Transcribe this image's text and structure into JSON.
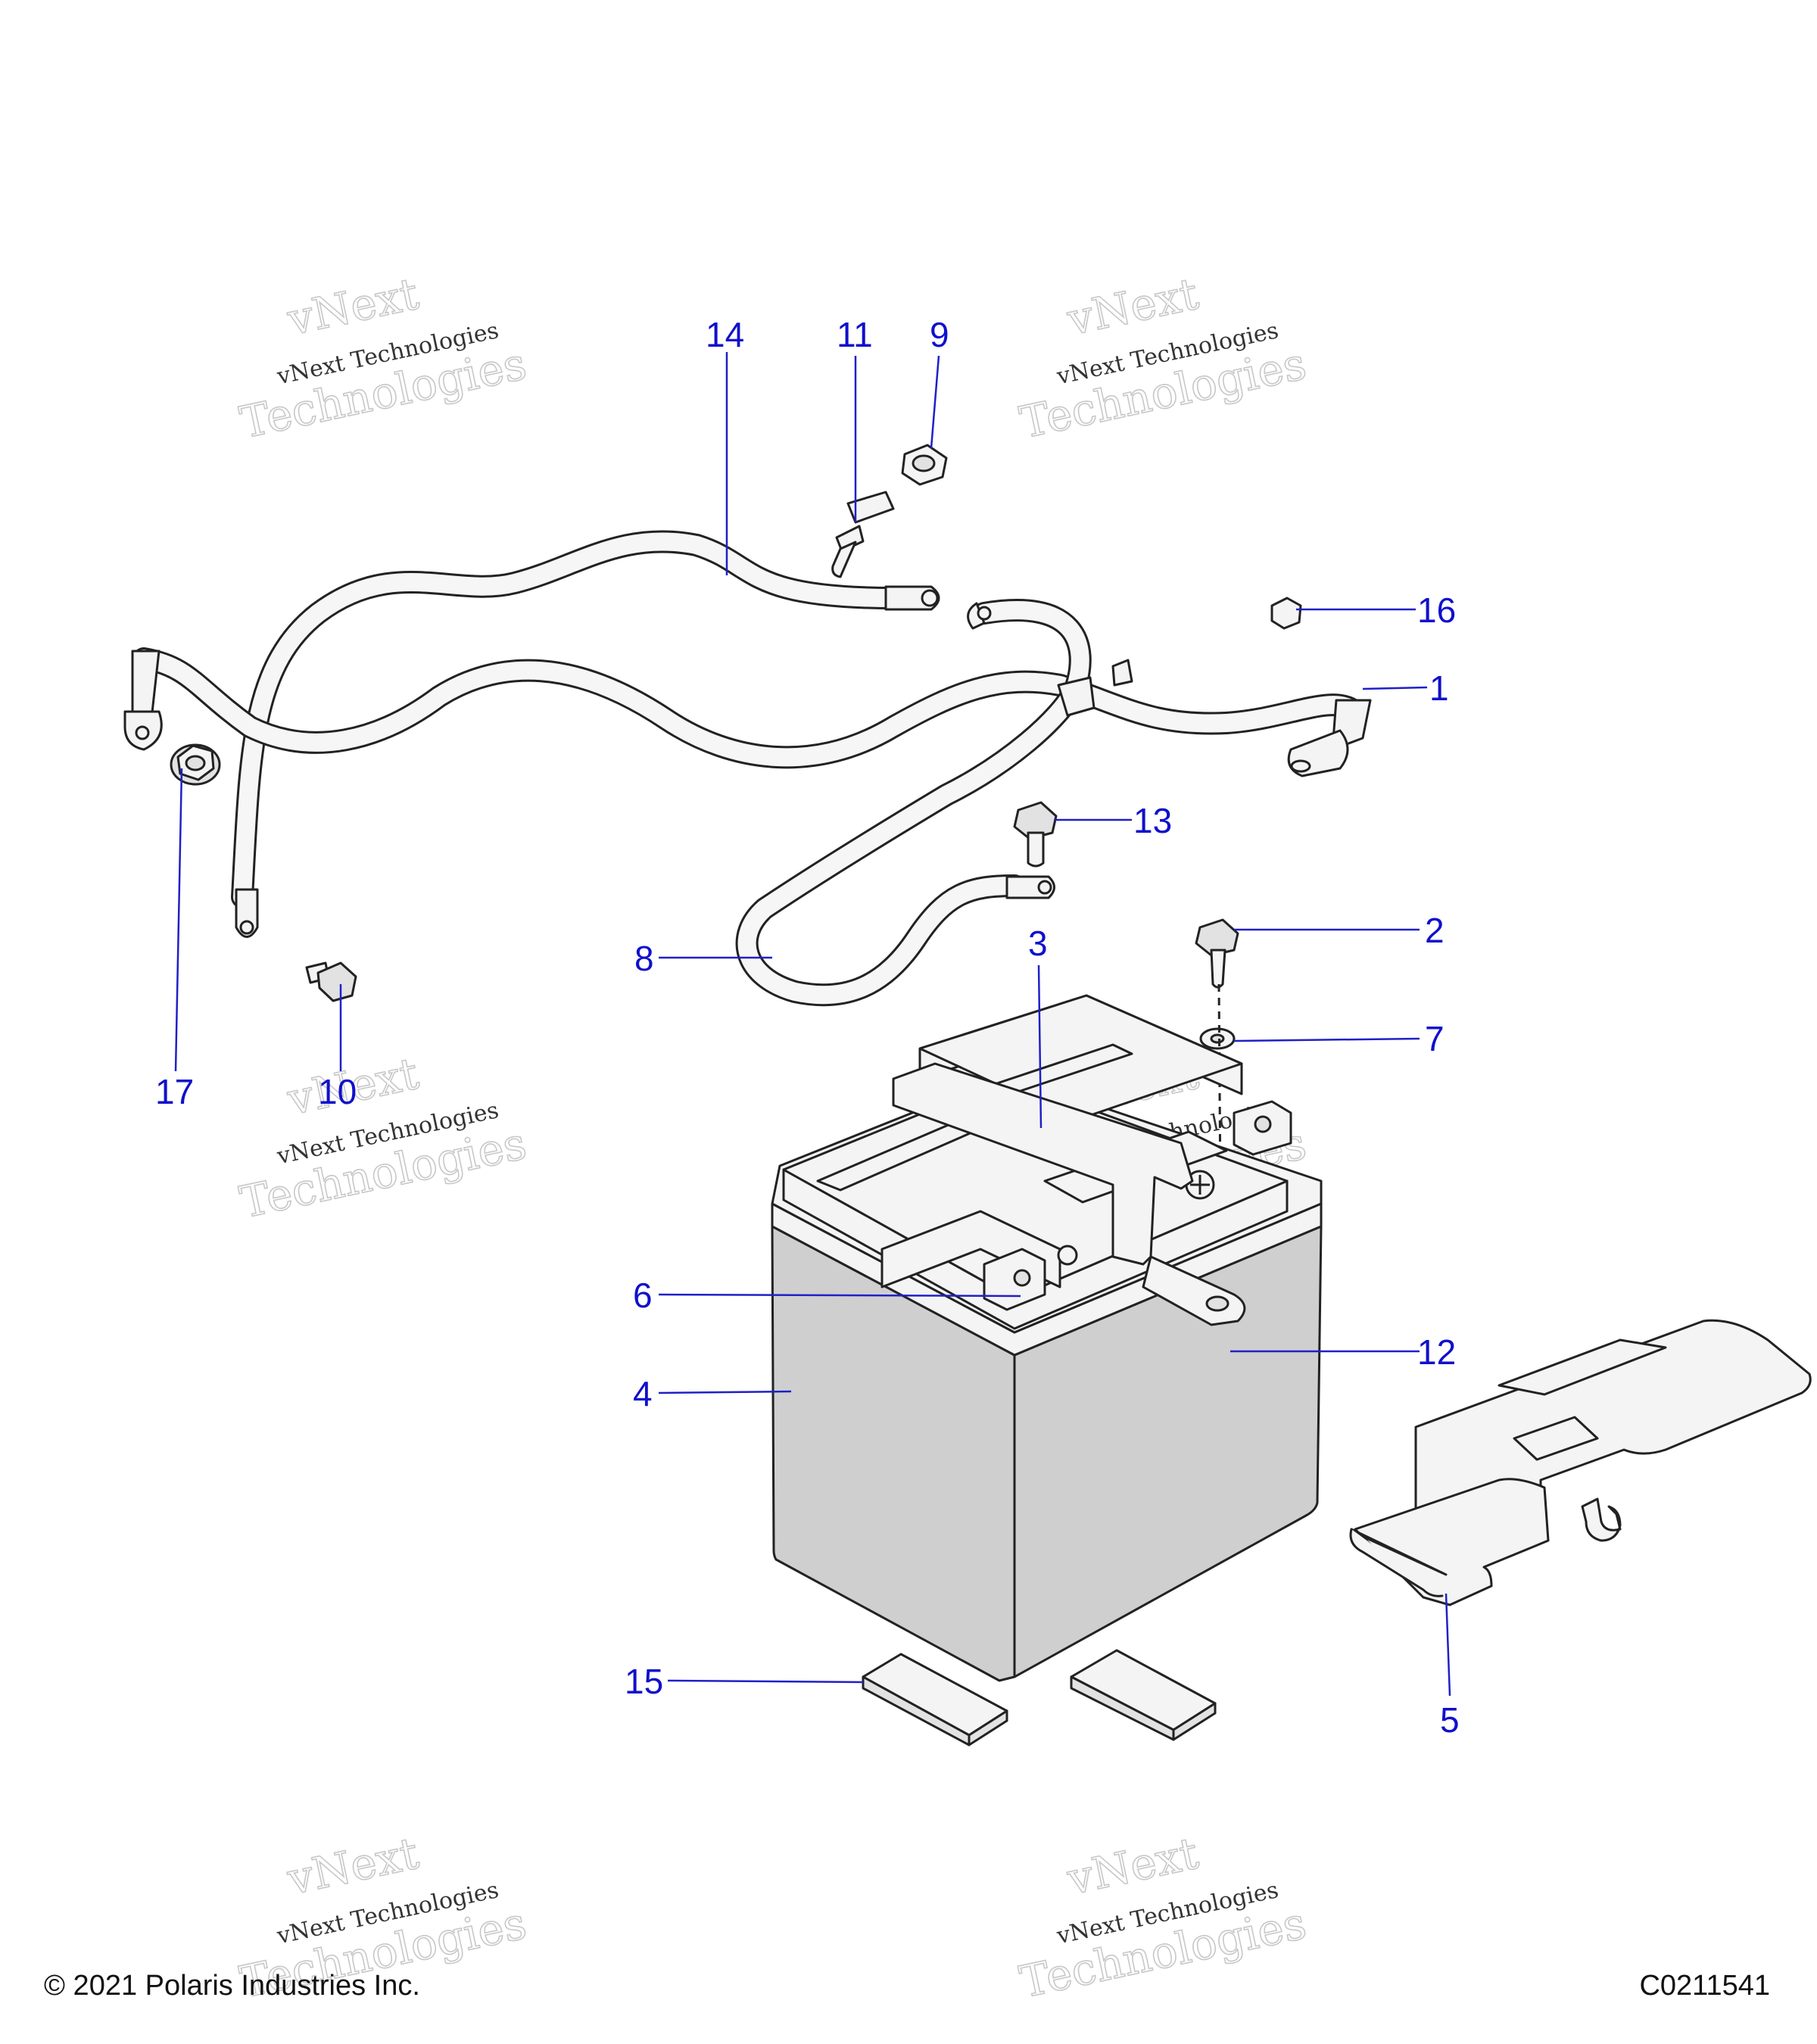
{
  "diagram": {
    "callouts": [
      "14",
      "11",
      "9",
      "16",
      "1",
      "13",
      "2",
      "3",
      "8",
      "7",
      "17",
      "10",
      "6",
      "12",
      "4",
      "15",
      "5"
    ],
    "watermark": {
      "line1": "vNext",
      "line2": "vNext Technologies",
      "line3": "Technologies"
    }
  },
  "footer": {
    "copyright": "© 2021 Polaris Industries Inc.",
    "figure_id": "C0211541"
  }
}
